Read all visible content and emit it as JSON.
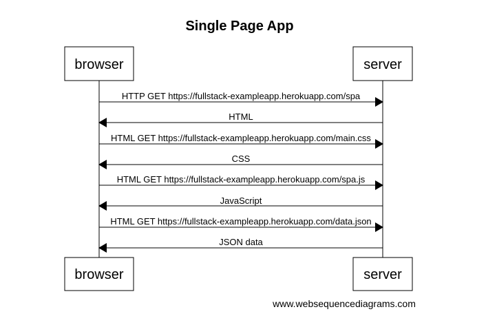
{
  "title": "Single Page App",
  "participants": [
    {
      "id": "browser",
      "label": "browser"
    },
    {
      "id": "server",
      "label": "server"
    }
  ],
  "messages": [
    {
      "from": "browser",
      "to": "server",
      "label": "HTTP GET https://fullstack-exampleapp.herokuapp.com/spa"
    },
    {
      "from": "server",
      "to": "browser",
      "label": "HTML"
    },
    {
      "from": "browser",
      "to": "server",
      "label": "HTML GET https://fullstack-exampleapp.herokuapp.com/main.css"
    },
    {
      "from": "server",
      "to": "browser",
      "label": "CSS"
    },
    {
      "from": "browser",
      "to": "server",
      "label": "HTML GET https://fullstack-exampleapp.herokuapp.com/spa.js"
    },
    {
      "from": "server",
      "to": "browser",
      "label": "JavaScript"
    },
    {
      "from": "browser",
      "to": "server",
      "label": "HTML GET https://fullstack-exampleapp.herokuapp.com/data.json"
    },
    {
      "from": "server",
      "to": "browser",
      "label": "JSON data"
    }
  ],
  "footer": "www.websequencediagrams.com"
}
